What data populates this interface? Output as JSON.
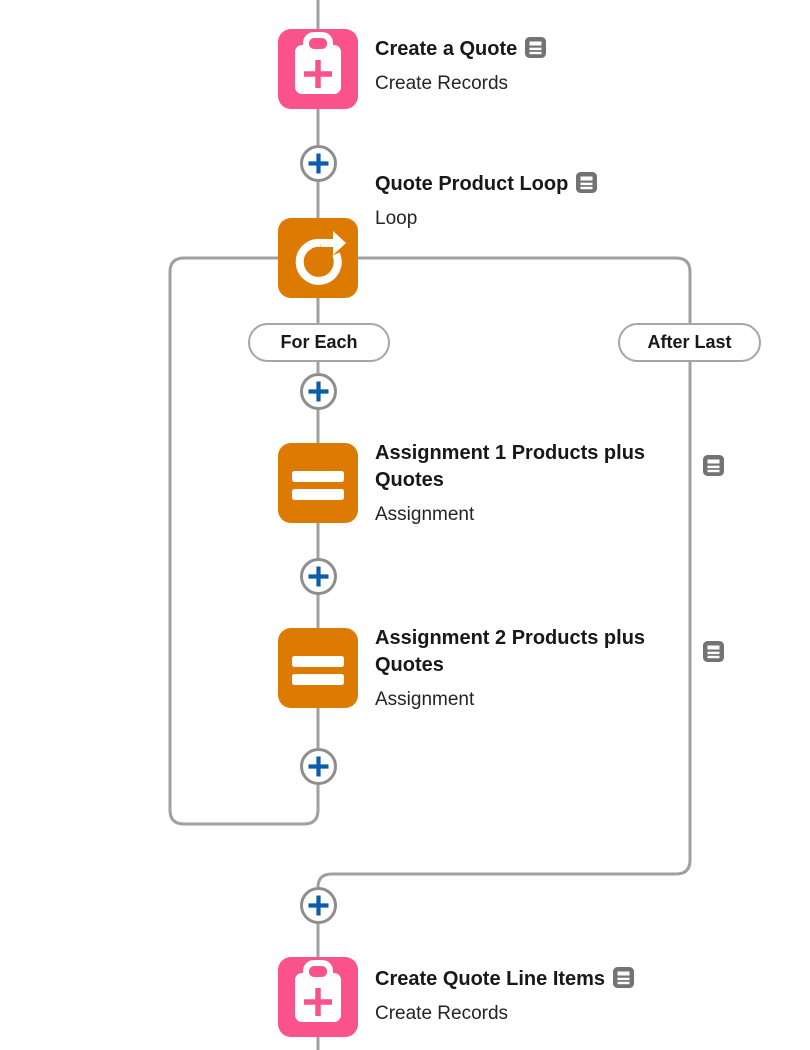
{
  "flow": {
    "nodes": [
      {
        "title": "Create a Quote",
        "subtitle": "Create Records",
        "icon": "clipboard-plus-icon",
        "has_description": true
      },
      {
        "title": "Quote Product Loop",
        "subtitle": "Loop",
        "icon": "loop-arrow-icon",
        "has_description": true
      },
      {
        "title": "Assignment 1 Products plus Quotes",
        "subtitle": "Assignment",
        "icon": "equals-icon",
        "has_description": true
      },
      {
        "title": "Assignment 2 Products plus Quotes",
        "subtitle": "Assignment",
        "icon": "equals-icon",
        "has_description": true
      },
      {
        "title": "Create Quote Line Items",
        "subtitle": "Create Records",
        "icon": "clipboard-plus-icon",
        "has_description": true
      }
    ],
    "connector_labels": {
      "for_each": "For Each",
      "after_last": "After Last"
    },
    "colors": {
      "create_records_pink": "#fa538b",
      "loop_assignment_orange": "#dd7a01",
      "plus_blue": "#0b5cab",
      "connector_gray": "#a0a0a0",
      "description_badge_gray": "#737373"
    }
  }
}
